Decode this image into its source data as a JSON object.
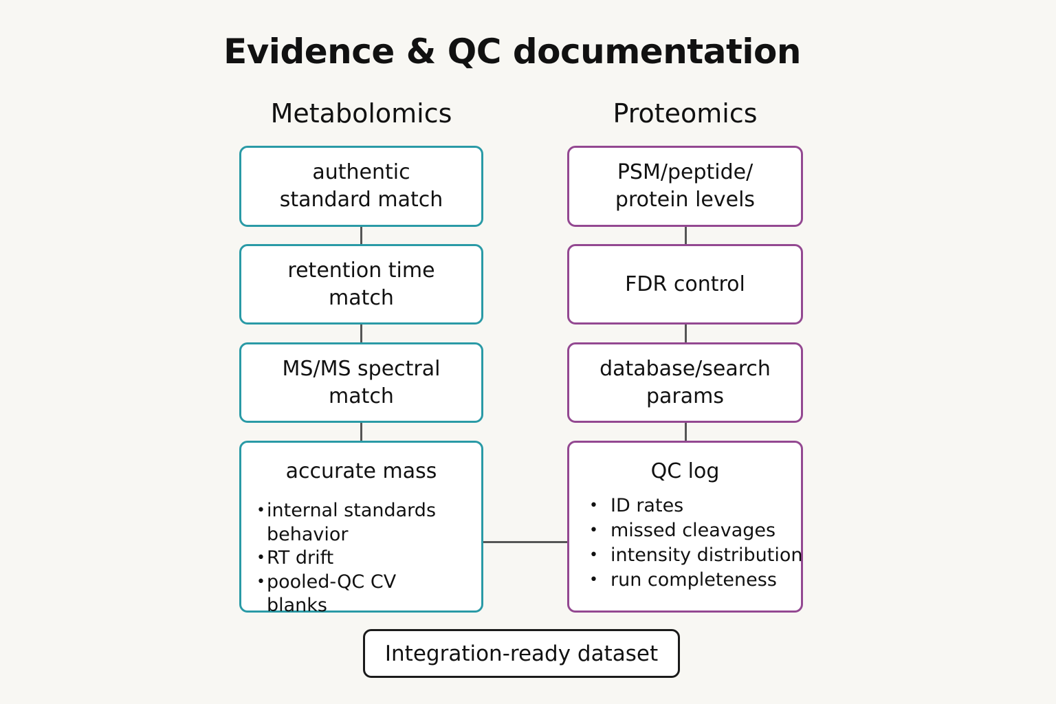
{
  "diagram": {
    "title": "Evidence & QC documentation",
    "metabolomics": {
      "header": "Metabolomics",
      "steps": [
        [
          "authentic",
          "standard match"
        ],
        [
          "retention time",
          "match"
        ],
        [
          "MS/MS spectral",
          "match"
        ]
      ],
      "qc_box": {
        "title": "accurate mass",
        "items": [
          "internal standards",
          "behavior",
          "RT drift",
          "pooled-QC CV",
          "blanks"
        ]
      }
    },
    "proteomics": {
      "header": "Proteomics",
      "steps": [
        [
          "PSM/peptide/",
          "protein levels"
        ],
        [
          "FDR control"
        ],
        [
          "database/search",
          "params"
        ]
      ],
      "qc_box": {
        "title": "QC log",
        "items": [
          "ID rates",
          "missed cleavages",
          "intensity distribution",
          "run completeness"
        ]
      }
    },
    "output": "Integration-ready dataset",
    "colors": {
      "metabolomics_border": "#2a9aa6",
      "proteomics_border": "#934891",
      "output_border": "#1a1a1a",
      "connector": "#555555",
      "background": "#f8f7f3"
    }
  }
}
